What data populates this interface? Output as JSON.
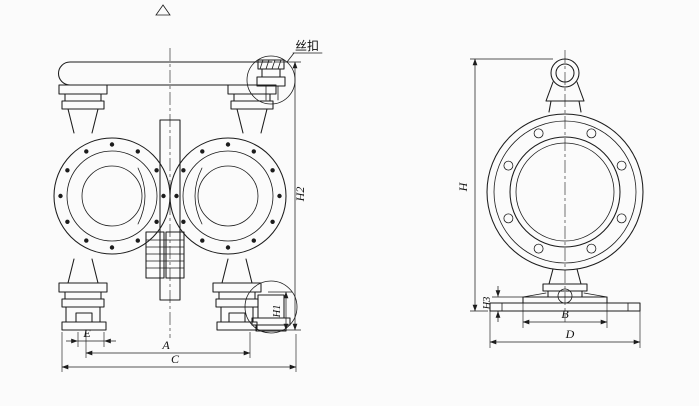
{
  "page": {
    "background": "#fbfbfb",
    "line_color": "#1c1c1c"
  },
  "labels": {
    "thread": "丝扣",
    "h2": "H2",
    "h1": "H1",
    "e": "E",
    "a": "A",
    "c": "C",
    "h": "H",
    "b": "B",
    "h3": "H3",
    "d": "D"
  }
}
